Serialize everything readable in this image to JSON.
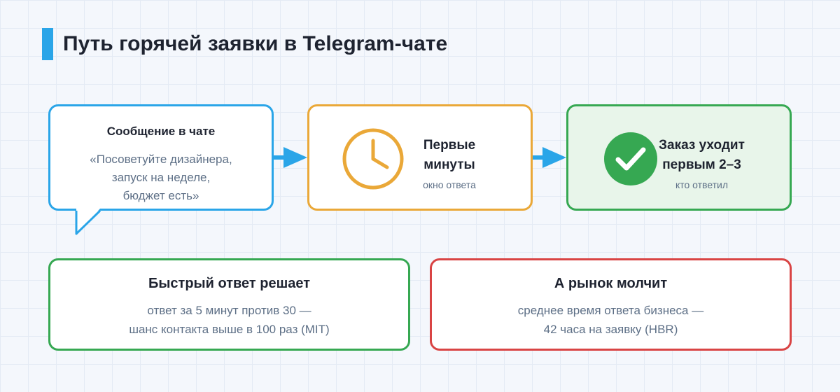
{
  "title": "Путь горячей заявки в Telegram-чате",
  "colors": {
    "accent_blue": "#2aa5e8",
    "accent_orange": "#eaa838",
    "accent_green": "#36a852",
    "accent_red": "#d94444"
  },
  "steps": {
    "chat": {
      "title": "Сообщение в чате",
      "quote_lines": [
        "«Посоветуйте дизайнера,",
        "запуск на неделе,",
        "бюджет есть»"
      ],
      "icon": "speech-bubble-tail"
    },
    "time": {
      "title_lines": [
        "Первые",
        "минуты"
      ],
      "subtitle": "окно ответа",
      "icon": "clock-icon"
    },
    "order": {
      "title_lines": [
        "Заказ уходит",
        "первым 2–3"
      ],
      "subtitle": "кто ответил",
      "icon": "checkmark-icon"
    }
  },
  "facts": {
    "fast": {
      "title": "Быстрый ответ решает",
      "lines": [
        "ответ за 5 минут против 30 —",
        "шанс контакта выше в 100 раз (MIT)"
      ]
    },
    "market": {
      "title": "А рынок молчит",
      "lines": [
        "среднее время ответа бизнеса —",
        "42 часа на заявку (HBR)"
      ]
    }
  }
}
